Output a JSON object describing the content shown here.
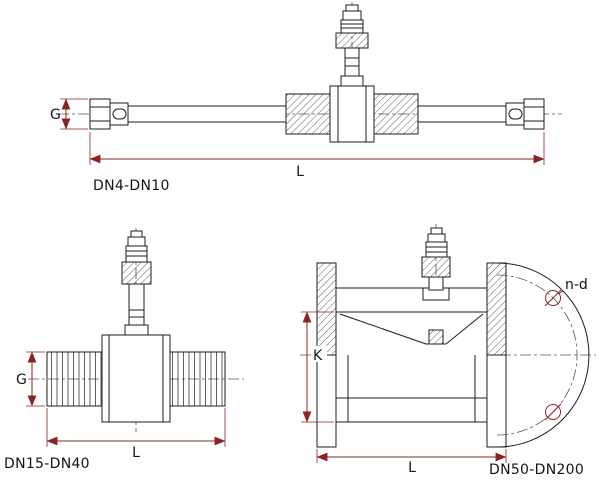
{
  "diagram": {
    "views": {
      "small": {
        "label": "DN4-DN10",
        "dim_g": "G",
        "dim_l": "L"
      },
      "medium": {
        "label": "DN15-DN40",
        "dim_g": "G",
        "dim_l": "L"
      },
      "large": {
        "label": "DN50-DN200",
        "dim_k": "K",
        "dim_l": "L",
        "dim_nd": "n-d"
      }
    },
    "colors": {
      "background": "#ffffff",
      "line": "#1c1c1c",
      "dimension": "#8b2323",
      "centerline": "#555555"
    }
  }
}
